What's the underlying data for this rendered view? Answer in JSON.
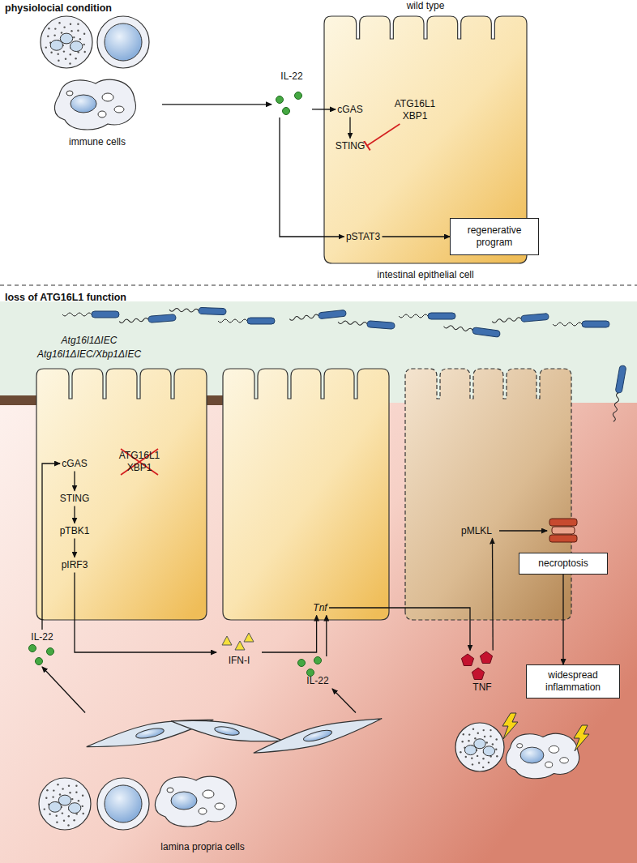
{
  "diagram": {
    "nodes": [
      {
        "text": [
          "immune cells"
        ]
      },
      {
        "text": [
          "IL-22"
        ]
      },
      {
        "text": [
          "wild type",
          "intestinal epithelial cell"
        ]
      },
      {
        "text": [
          "cGAS"
        ],
        "in": 2
      },
      {
        "text": [
          "ATG16L1 XBP1"
        ],
        "in": 2
      },
      {
        "text": [
          "STING"
        ],
        "in": 2
      },
      {
        "text": [
          "pSTAT3"
        ],
        "in": 2
      },
      {
        "text": [
          "regenerative program"
        ]
      },
      {
        "text": [
          "Atg16l1ΔIEC",
          "Atg16l1ΔIEC/Xbp1ΔIEC"
        ]
      },
      {
        "text": [
          "cGAS"
        ],
        "in": 8
      },
      {
        "text": [
          "ATG16L1 XBP1"
        ],
        "in": 8
      },
      {
        "text": [
          "STING"
        ],
        "in": 8
      },
      {
        "text": [
          "pTBK1"
        ],
        "in": 8
      },
      {
        "text": [
          "pIRF3"
        ],
        "in": 8
      },
      {
        "text": [
          "Tnf"
        ]
      },
      {
        "text": [
          "pMLKL"
        ]
      },
      {
        "text": [
          "necroptosis"
        ]
      },
      {
        "text": [
          "IL-22"
        ]
      },
      {
        "text": [
          "IFN-I"
        ]
      },
      {
        "text": [
          "IL-22"
        ]
      },
      {
        "text": [
          "TNF"
        ]
      },
      {
        "text": [
          "widespread inflammation"
        ]
      },
      {
        "text": [
          "lamina propria cells"
        ]
      }
    ],
    "edges": [
      {
        "from": 0,
        "to": 1,
        "arrow": "to"
      },
      {
        "from": 1,
        "to": 3,
        "arrow": "to"
      },
      {
        "from": 3,
        "to": 5,
        "arrow": "to"
      },
      {
        "from": 4,
        "to": 5,
        "arrow": "to"
      },
      {
        "from": 1,
        "to": 6,
        "arrow": "to"
      },
      {
        "from": 6,
        "to": 7,
        "arrow": "to"
      },
      {
        "from": 17,
        "to": 9,
        "arrow": "to"
      },
      {
        "from": 9,
        "to": 11,
        "arrow": "to"
      },
      {
        "from": 11,
        "to": 12,
        "arrow": "to"
      },
      {
        "from": 12,
        "to": 13,
        "arrow": "to"
      },
      {
        "from": 13,
        "to": 18,
        "arrow": "to"
      },
      {
        "from": 18,
        "to": 14,
        "arrow": "to"
      },
      {
        "from": 19,
        "to": 14,
        "arrow": "to"
      },
      {
        "from": 14,
        "to": 20,
        "arrow": "to"
      },
      {
        "from": 20,
        "to": 15,
        "arrow": "to"
      },
      {
        "from": 16,
        "to": 21,
        "arrow": "to"
      },
      {
        "from": 22,
        "to": 17,
        "arrow": "to"
      },
      {
        "from": 22,
        "to": 19,
        "arrow": "to"
      }
    ],
    "labels": [
      "physiolocial condition",
      "loss of ATG16L1 function"
    ]
  }
}
